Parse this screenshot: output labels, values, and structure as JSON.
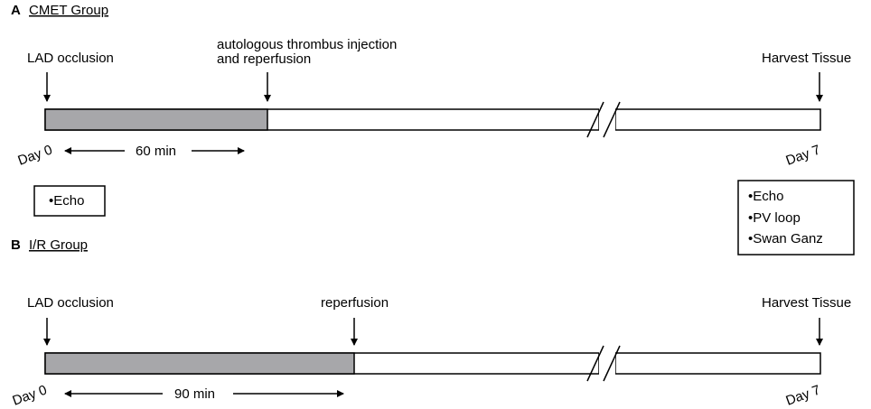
{
  "panels": [
    {
      "letter": "A",
      "title": "CMET Group",
      "start_label": "LAD occlusion",
      "mid_label_line1": "autologous thrombus injection",
      "mid_label_line2": "and reperfusion",
      "end_label": "Harvest Tissue",
      "day_start": "Day 0",
      "day_end": "Day 7",
      "duration": "60 min",
      "pre_box_items": [
        "•Echo"
      ],
      "post_box_items": [
        "•Echo",
        "•PV loop",
        "•Swan Ganz"
      ]
    },
    {
      "letter": "B",
      "title": "I/R Group",
      "start_label": "LAD occlusion",
      "mid_label": "reperfusion",
      "end_label": "Harvest Tissue",
      "day_start": "Day 0",
      "day_end": "Day 7",
      "duration": "90 min"
    }
  ],
  "colors": {
    "ischemia_fill": "#a7a7aa",
    "bar_fill": "#ffffff",
    "stroke": "#000000"
  }
}
